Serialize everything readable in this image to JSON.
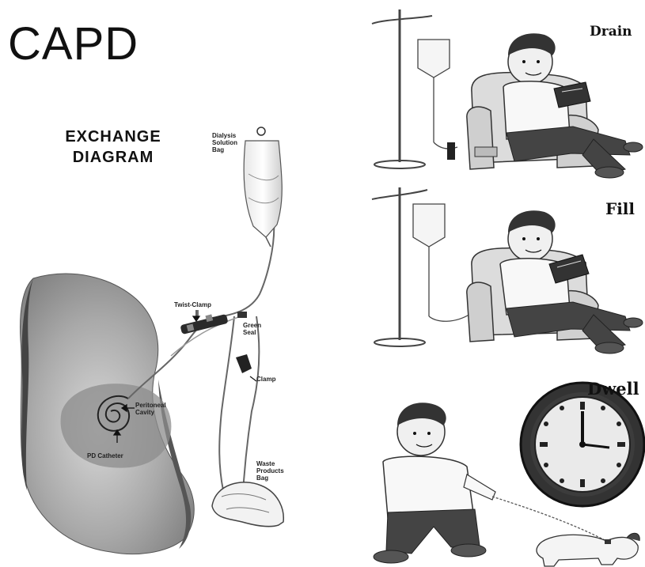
{
  "title": "CAPD",
  "subtitle_line1": "EXCHANGE",
  "subtitle_line2": "DIAGRAM",
  "labels": {
    "bag": [
      "Dialysis",
      "Solution",
      "Bag"
    ],
    "twist_clamp": "Twist-Clamp",
    "green_seal": [
      "Green",
      "Seal"
    ],
    "clamp": "Clamp",
    "peritoneal_cavity": [
      "Peritoneal",
      "Cavity"
    ],
    "pd_catheter": "PD Catheter",
    "waste_bag": [
      "Waste",
      "Products",
      "Bag"
    ]
  },
  "panels": {
    "drain": "Drain",
    "fill": "Fill",
    "dwell": "Dwell"
  }
}
